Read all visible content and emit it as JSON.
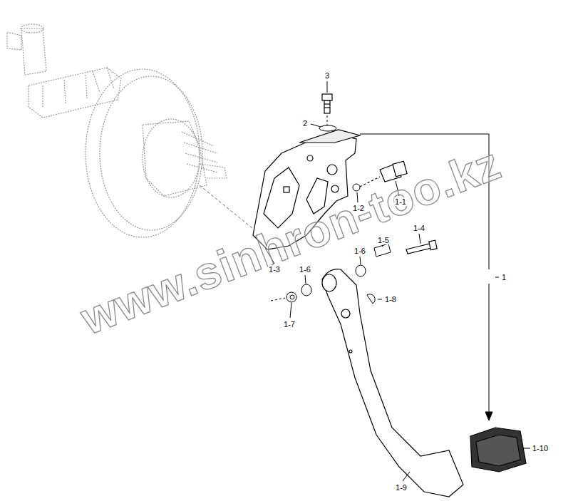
{
  "diagram": {
    "labels": [
      "3",
      "2",
      "1-1",
      "1-2",
      "1-4",
      "1-5",
      "1-6",
      "1-3",
      "1-6",
      "1-8",
      "1-7",
      "1",
      "1-10",
      "1-9",
      "www.sinhron-too.kz"
    ]
  }
}
